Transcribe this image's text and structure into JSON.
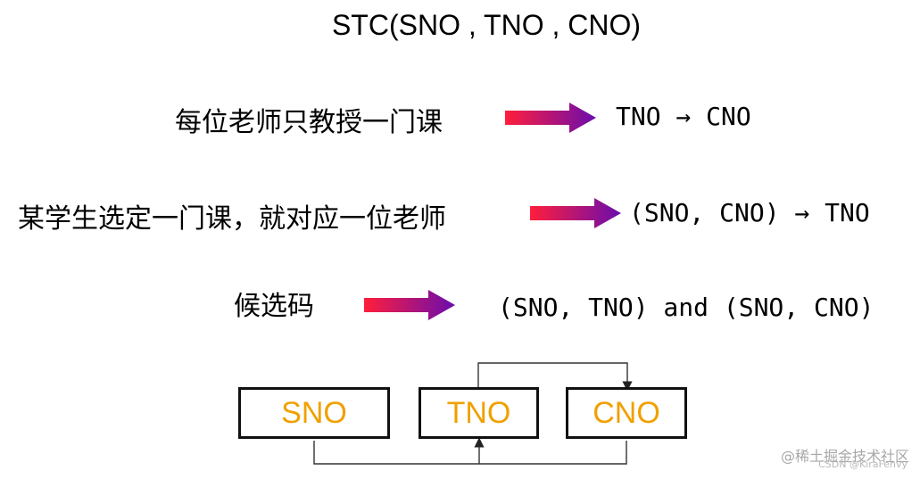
{
  "title": "STC(SNO , TNO , CNO)",
  "rows": [
    {
      "label": "每位老师只教授一门课",
      "dependency": "TNO → CNO"
    },
    {
      "label": "某学生选定一门课，就对应一位老师",
      "dependency": "(SNO, CNO) → TNO"
    },
    {
      "label": "候选码",
      "dependency": "(SNO, TNO) and (SNO, CNO)"
    }
  ],
  "boxes": {
    "sno": "SNO",
    "tno": "TNO",
    "cno": "CNO"
  },
  "colors": {
    "arrow_start": "#ff1e3c",
    "arrow_end": "#6a0dad",
    "box_text": "#f0a000"
  },
  "watermark": {
    "line1": "@稀土掘金技术社区",
    "line2": "CSDN @KiraFenvy"
  }
}
